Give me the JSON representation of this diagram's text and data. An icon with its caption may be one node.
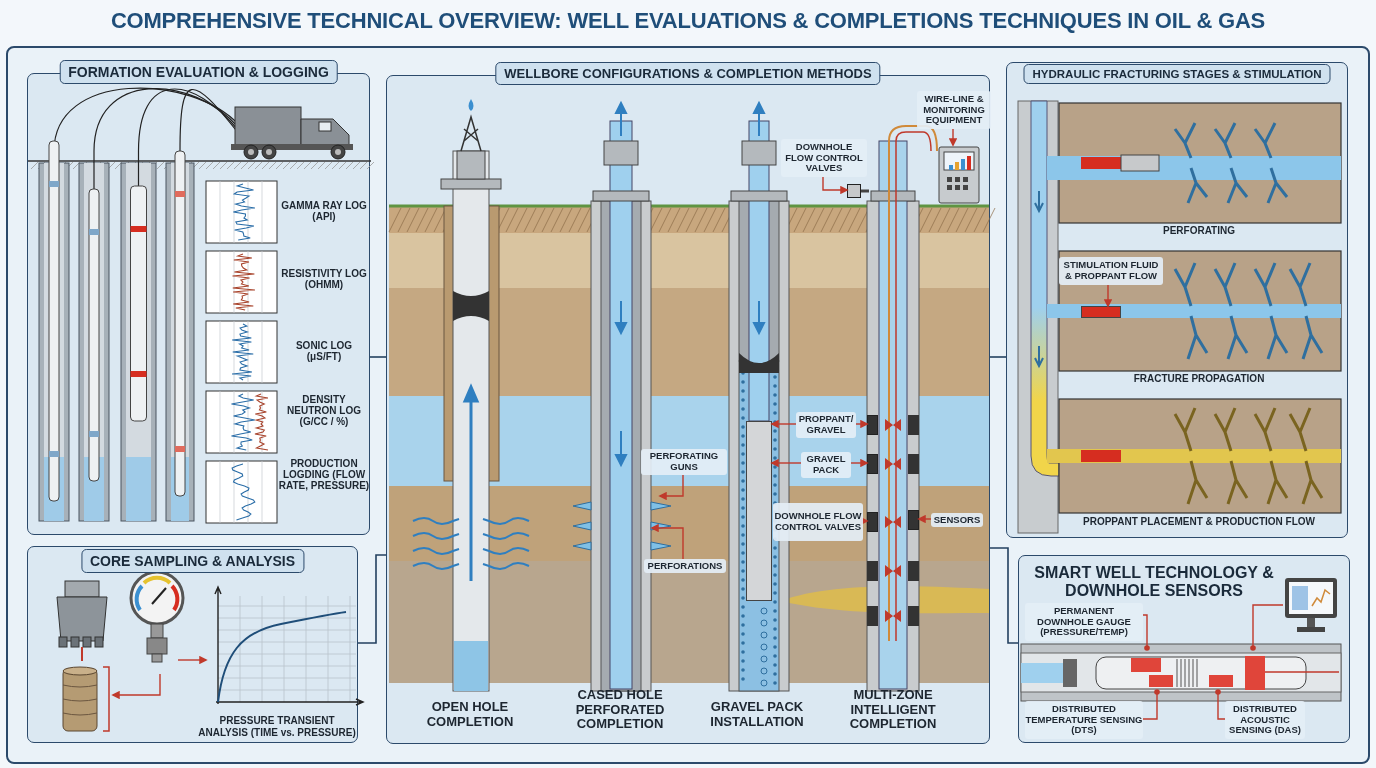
{
  "diagram": {
    "title": "COMPREHENSIVE TECHNICAL OVERVIEW: WELL EVALUATIONS & COMPLETIONS TECHNIQUES IN OIL & GAS",
    "nodes": [
      {
        "text": [
          "FORMATION EVALUATION & LOGGING"
        ]
      },
      {
        "text": [
          "CORE SAMPLING & ANALYSIS"
        ]
      },
      {
        "text": [
          "WELLBORE CONFIGURATIONS & COMPLETION METHODS"
        ]
      },
      {
        "text": [
          "HYDRAULIC FRACTURING STAGES & STIMULATION"
        ]
      },
      {
        "text": [
          "SMART WELL TECHNOLOGY & DOWNHOLE SENSORS"
        ]
      },
      {
        "text": [],
        "shape": "picture",
        "in": 1
      },
      {
        "text": [],
        "shape": "picture",
        "in": 1
      },
      {
        "text": [],
        "shape": "picture",
        "in": 1,
        "beside": [
          "PRESSURE TRANSIENT ANALYSIS (TIME vs. PRESSURE)"
        ]
      },
      {
        "text": [
          "WIRE-LINE & MONITORING EQUIPMENT"
        ],
        "in": 2
      },
      {
        "text": [],
        "shape": "picture",
        "in": 2
      },
      {
        "text": [
          "DOWNHOLE FLOW CONTROL VALVES"
        ],
        "in": 2
      },
      {
        "text": [
          "PERFORATING GUNS"
        ],
        "in": 2
      },
      {
        "text": [
          "PERFORATIONS"
        ],
        "in": 2
      },
      {
        "text": [
          "PROPPANT/ GRAVEL"
        ],
        "in": 2
      },
      {
        "text": [
          "GRAVEL PACK"
        ],
        "in": 2
      },
      {
        "text": [
          "DOWNHOLE FLOW CONTROL VALVES"
        ],
        "in": 2
      },
      {
        "text": [
          "SENSORS"
        ],
        "in": 2
      },
      {
        "text": [
          "STIMULATION FLUID & PROPPANT FLOW"
        ],
        "in": 3
      },
      {
        "text": [
          "PERMANENT DOWNHOLE GAUGE (PRESSURE/TEMP)"
        ],
        "in": 4
      },
      {
        "text": [
          "DISTRIBUTED TEMPERATURE SENSING (DTS)"
        ],
        "in": 4
      },
      {
        "text": [
          "DISTRIBUTED ACOUSTIC SENSING (DAS)"
        ],
        "in": 4
      },
      {
        "text": [],
        "shape": "picture",
        "in": 4
      },
      {
        "text": [],
        "shape": "box",
        "in": 2
      },
      {
        "text": [],
        "shape": "bar",
        "in": 2
      },
      {
        "text": [],
        "shape": "box",
        "in": 2
      },
      {
        "text": [],
        "shape": "box",
        "in": 2
      },
      {
        "text": [],
        "shape": "box",
        "in": 2
      },
      {
        "text": [],
        "shape": "box",
        "in": 2
      },
      {
        "text": [],
        "shape": "bar",
        "in": 3
      }
    ],
    "edges": [
      {
        "from": 0,
        "to": 2,
        "arrow": "none",
        "color": "#23405f"
      },
      {
        "from": 1,
        "to": 2,
        "arrow": "none",
        "color": "#23405f"
      },
      {
        "from": 2,
        "to": 3,
        "arrow": "none",
        "color": "#23405f"
      },
      {
        "from": 2,
        "to": 4,
        "arrow": "none",
        "color": "#23405f"
      },
      {
        "from": 6,
        "to": 7,
        "arrow": "to"
      },
      {
        "from": 6,
        "to": 5,
        "arrow": "to"
      },
      {
        "from": 8,
        "to": 9,
        "arrow": "to"
      },
      {
        "from": 10,
        "to": 22,
        "arrow": "to"
      },
      {
        "from": 11,
        "to": null,
        "arrow": "to"
      },
      {
        "from": 12,
        "to": null,
        "arrow": "to"
      },
      {
        "from": 13,
        "to": 23,
        "arrow": "to"
      },
      {
        "from": 13,
        "to": 24,
        "arrow": "to"
      },
      {
        "from": 14,
        "to": 23,
        "arrow": "to"
      },
      {
        "from": 14,
        "to": 25,
        "arrow": "to"
      },
      {
        "from": 15,
        "to": 26,
        "arrow": "to"
      },
      {
        "from": 16,
        "to": 27,
        "arrow": "to"
      },
      {
        "from": 17,
        "to": 28,
        "arrow": "to"
      },
      {
        "from": 18,
        "to": null,
        "arrow": "other"
      },
      {
        "from": 19,
        "to": null,
        "arrow": "other"
      },
      {
        "from": 20,
        "to": null,
        "arrow": "other"
      },
      {
        "from": 21,
        "to": null,
        "arrow": "other"
      }
    ],
    "labels": [
      "GAMMA RAY LOG (API)",
      "RESISTIVITY LOG (OHMM)",
      "SONIC LOG (μS/FT)",
      "DENSITY NEUTRON LOG (G/CC / %)",
      "PRODUCTION LOGDING (FLOW RATE, PRESSURE)",
      "OPEN HOLE COMPLETION",
      "CASED HOLE PERFORATED COMPLETION",
      "GRAVEL PACK INSTALLATION",
      "MULTI-ZONE INTELLIGENT COMPLETION",
      "PERFORATING",
      "FRACTURE PROPAGATION",
      "PROPPANT PLACEMENT & PRODUCTION FLOW"
    ]
  }
}
